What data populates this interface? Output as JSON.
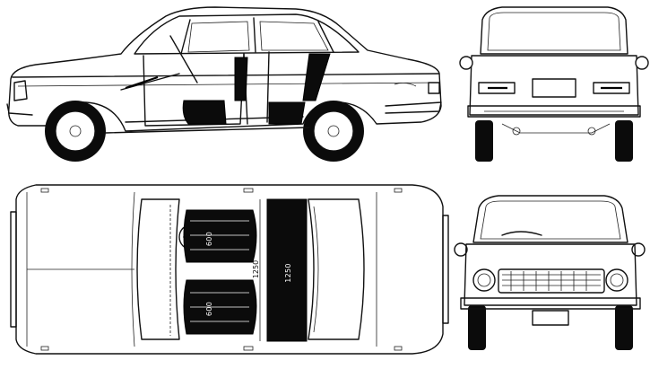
{
  "dimensions": {
    "front_seat_left": "600",
    "front_seat_right": "600",
    "rear_seat": "1250",
    "overall": "1250"
  },
  "colors": {
    "line": "#111111",
    "paper": "#ffffff"
  }
}
